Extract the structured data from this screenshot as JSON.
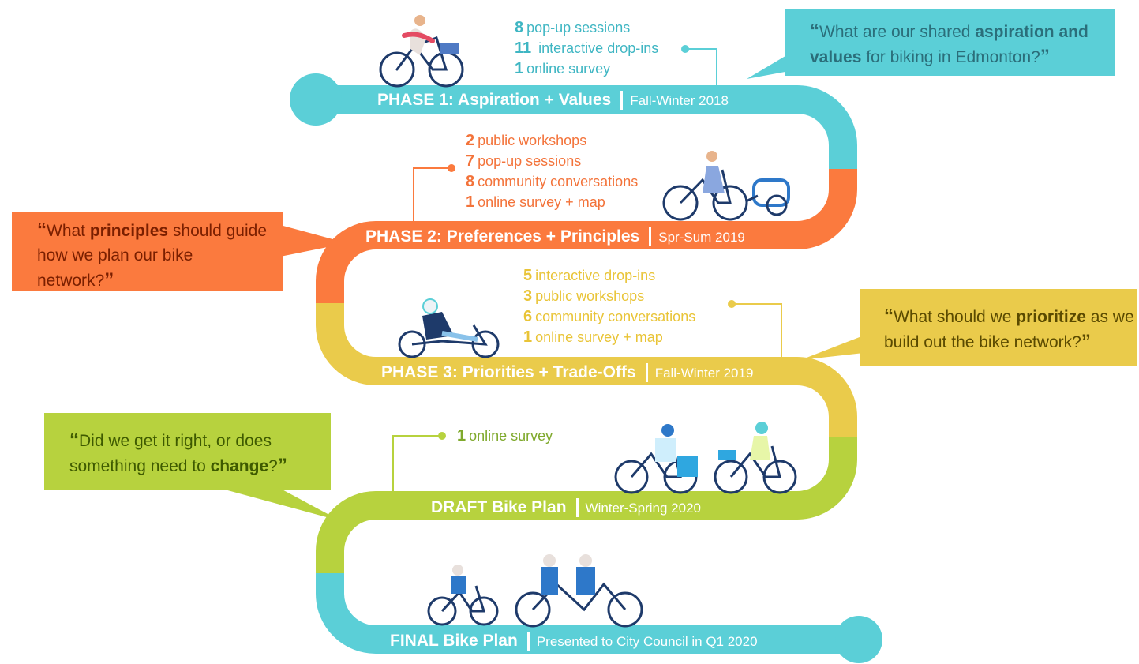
{
  "colors": {
    "teal": "#5bcfd7",
    "orange": "#fb7a3e",
    "yellow": "#eacb4b",
    "green": "#b7d23e",
    "text_teal": "#3fb6c3",
    "text_orange": "#f3733a",
    "text_yellow": "#e9c437",
    "text_green": "#7fa92c"
  },
  "phases": [
    {
      "title": "PHASE 1:  Aspiration + Values",
      "date": "Fall-Winter 2018",
      "stats": [
        {
          "num": "8",
          "label": "pop-up sessions"
        },
        {
          "num": "11",
          "label": " interactive drop-ins"
        },
        {
          "num": "1",
          "label": "online survey"
        }
      ],
      "question": {
        "open": "“",
        "pre": "What are our shared ",
        "bold": "aspiration and values",
        "post": " for biking in Edmonton?",
        "close": "”"
      }
    },
    {
      "title": "PHASE 2:  Preferences + Principles",
      "date": "Spr-Sum 2019",
      "stats": [
        {
          "num": "2",
          "label": "public workshops"
        },
        {
          "num": "7",
          "label": "pop-up sessions"
        },
        {
          "num": "8",
          "label": "community conversations"
        },
        {
          "num": "1",
          "label": "online survey + map"
        }
      ],
      "question": {
        "open": "“",
        "pre": "What ",
        "bold": "principles",
        "post": " should guide how we plan our bike network?",
        "close": "”"
      }
    },
    {
      "title": "PHASE 3:  Priorities + Trade-Offs",
      "date": "Fall-Winter 2019",
      "stats": [
        {
          "num": "5",
          "label": "interactive drop-ins"
        },
        {
          "num": "3",
          "label": "public workshops"
        },
        {
          "num": "6",
          "label": "community conversations"
        },
        {
          "num": "1",
          "label": "online survey + map"
        }
      ],
      "question": {
        "open": "“",
        "pre": "What should we ",
        "bold": "prioritize",
        "post": " as we build out the bike network?",
        "close": "”"
      }
    },
    {
      "title": "DRAFT Bike Plan",
      "date": "Winter-Spring 2020",
      "stats": [
        {
          "num": "1",
          "label": "online survey"
        }
      ],
      "question": {
        "open": "“",
        "pre": "Did we get it right, or does something need to ",
        "bold": "change",
        "post": "?",
        "close": "”"
      }
    },
    {
      "title": "FINAL Bike Plan",
      "date": "Presented to City Council in Q1 2020",
      "stats": []
    }
  ],
  "icons": [
    "cyclist-basket-icon",
    "cyclist-trailer-icon",
    "recumbent-cyclist-icon",
    "two-cyclists-icon",
    "family-cyclists-icon"
  ]
}
